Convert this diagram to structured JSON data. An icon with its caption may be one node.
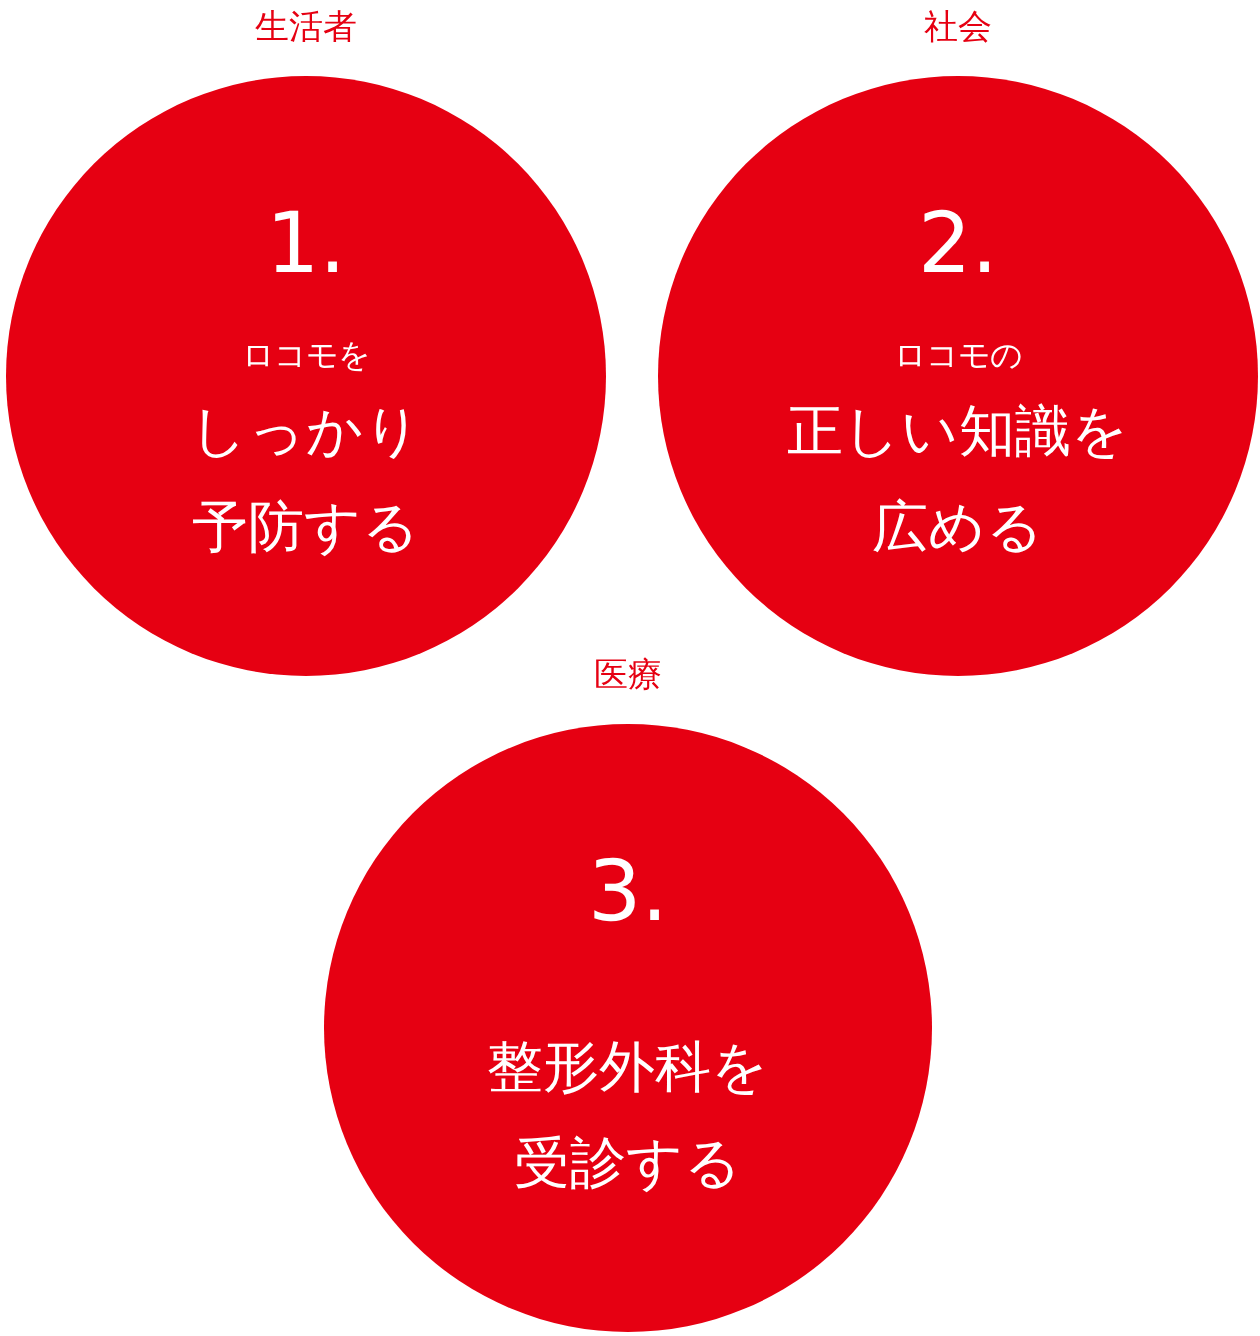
{
  "diagram": {
    "nodes": [
      {
        "text": [
          "生活者",
          "1.",
          "ロコモを",
          "しっかり予防する"
        ]
      },
      {
        "text": [
          "社会",
          "2.",
          "ロコモの",
          "正しい知識を広める"
        ]
      },
      {
        "text": [
          "医療",
          "3.",
          "整形外科を受診する"
        ]
      }
    ]
  }
}
